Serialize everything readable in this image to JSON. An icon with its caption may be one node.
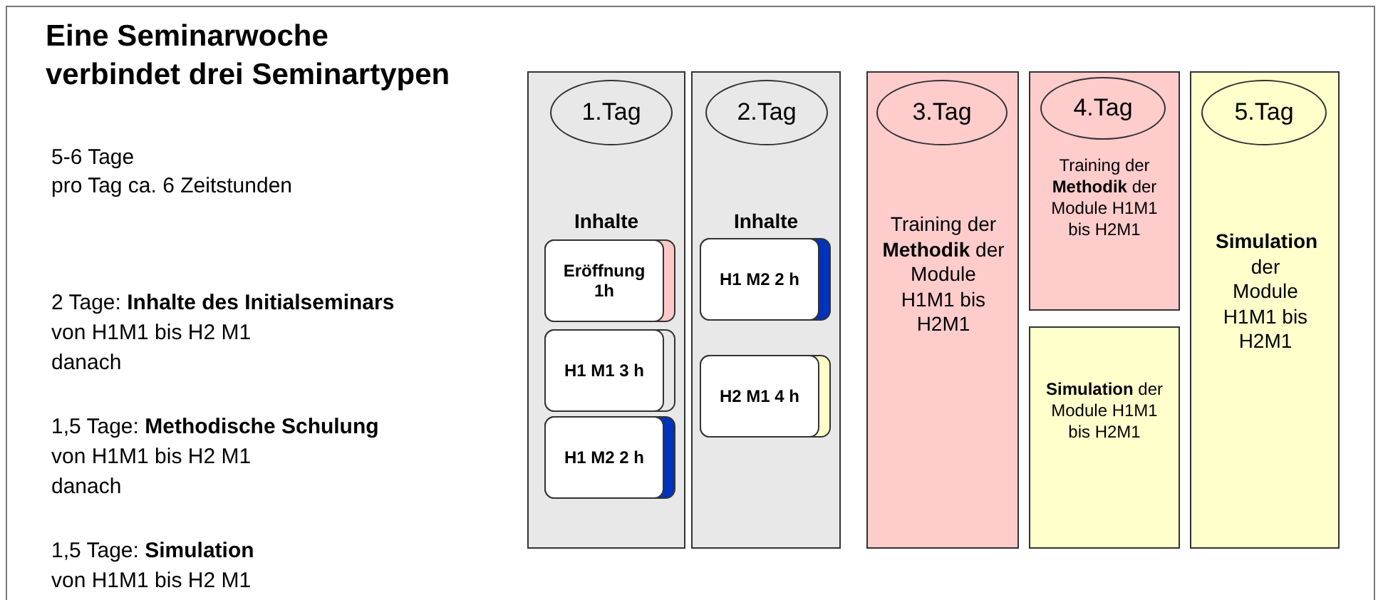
{
  "diagram": {
    "title": "Eine Seminarwoche verbindet drei Seminartypen",
    "nodes": [
      {
        "text": [
          "Inhalte"
        ]
      },
      {
        "text": [
          "1.Tag"
        ],
        "in": 0
      },
      {
        "text": [
          "Eröffnung 1h"
        ],
        "in": 0
      },
      {
        "text": [
          "H1 M1 3 h"
        ],
        "in": 0
      },
      {
        "text": [
          "H1 M2 2 h"
        ],
        "in": 0
      },
      {
        "text": [
          "Inhalte"
        ]
      },
      {
        "text": [
          "2.Tag"
        ],
        "in": 5
      },
      {
        "text": [
          "H1 M2 2 h"
        ],
        "in": 5
      },
      {
        "text": [
          "H2 M1 4 h"
        ],
        "in": 5
      },
      {
        "text": [
          "Training der **Methodik** der Module H1M1 bis H2M1"
        ]
      },
      {
        "text": [
          "3.Tag"
        ],
        "in": 9
      },
      {
        "text": [
          "Training der **Methodik** der Module H1M1 bis H2M1"
        ]
      },
      {
        "text": [
          "4.Tag"
        ],
        "in": 11
      },
      {
        "text": [
          "**Simulation** der Module H1M1 bis H2M1"
        ]
      },
      {
        "text": [
          "**Simulation** der Module H1M1 bis H2M1"
        ]
      },
      {
        "text": [
          "5.Tag"
        ],
        "in": 14
      }
    ],
    "labels": [
      "5-6 Tage",
      "pro Tag ca. 6 Zeitstunden",
      "2 Tage: **Inhalte des Initialseminars**",
      "von H1M1 bis H2 M1",
      "danach",
      "1,5 Tage: **Methodische Schulung**",
      "von H1M1 bis H2 M1",
      "danach",
      "1,5 Tage: **Simulation**",
      "von H1M1 bis H2 M1"
    ]
  }
}
